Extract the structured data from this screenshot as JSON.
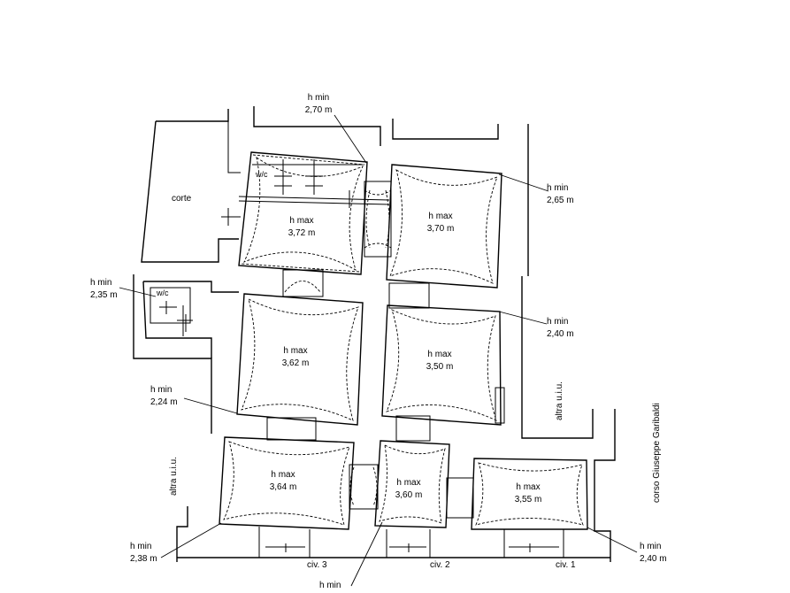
{
  "labels": {
    "corte": "corte",
    "wc_upper": "w/c",
    "wc_left": "w/c",
    "altra_ui_left": "altra u.i.u.",
    "altra_ui_right": "altra u.i.u.",
    "corso": "corso Giuseppe Garibaldi",
    "civ3": "civ. 3",
    "civ2": "civ. 2",
    "civ1": "civ. 1"
  },
  "rooms": [
    {
      "id": "r1",
      "line1": "h max",
      "line2": "3,72 m"
    },
    {
      "id": "r2",
      "line1": "h max",
      "line2": "3,70 m"
    },
    {
      "id": "r3",
      "line1": "h max",
      "line2": "3,62 m"
    },
    {
      "id": "r4",
      "line1": "h max",
      "line2": "3,50 m"
    },
    {
      "id": "r5",
      "line1": "h max",
      "line2": "3,64 m"
    },
    {
      "id": "r6",
      "line1": "h max",
      "line2": "3,60 m"
    },
    {
      "id": "r7",
      "line1": "h max",
      "line2": "3,55 m"
    }
  ],
  "hmin": [
    {
      "id": "top",
      "line1": "h min",
      "line2": "2,70 m"
    },
    {
      "id": "right1",
      "line1": "h min",
      "line2": "2,65 m"
    },
    {
      "id": "left1",
      "line1": "h min",
      "line2": "2,35 m"
    },
    {
      "id": "right2",
      "line1": "h min",
      "line2": "2,40 m"
    },
    {
      "id": "left2",
      "line1": "h min",
      "line2": "2,24 m"
    },
    {
      "id": "bottomleft",
      "line1": "h min",
      "line2": "2,38 m"
    },
    {
      "id": "bottomright",
      "line1": "h min",
      "line2": "2,40 m"
    },
    {
      "id": "bottomcenter",
      "line1": "h min",
      "line2": ""
    }
  ]
}
